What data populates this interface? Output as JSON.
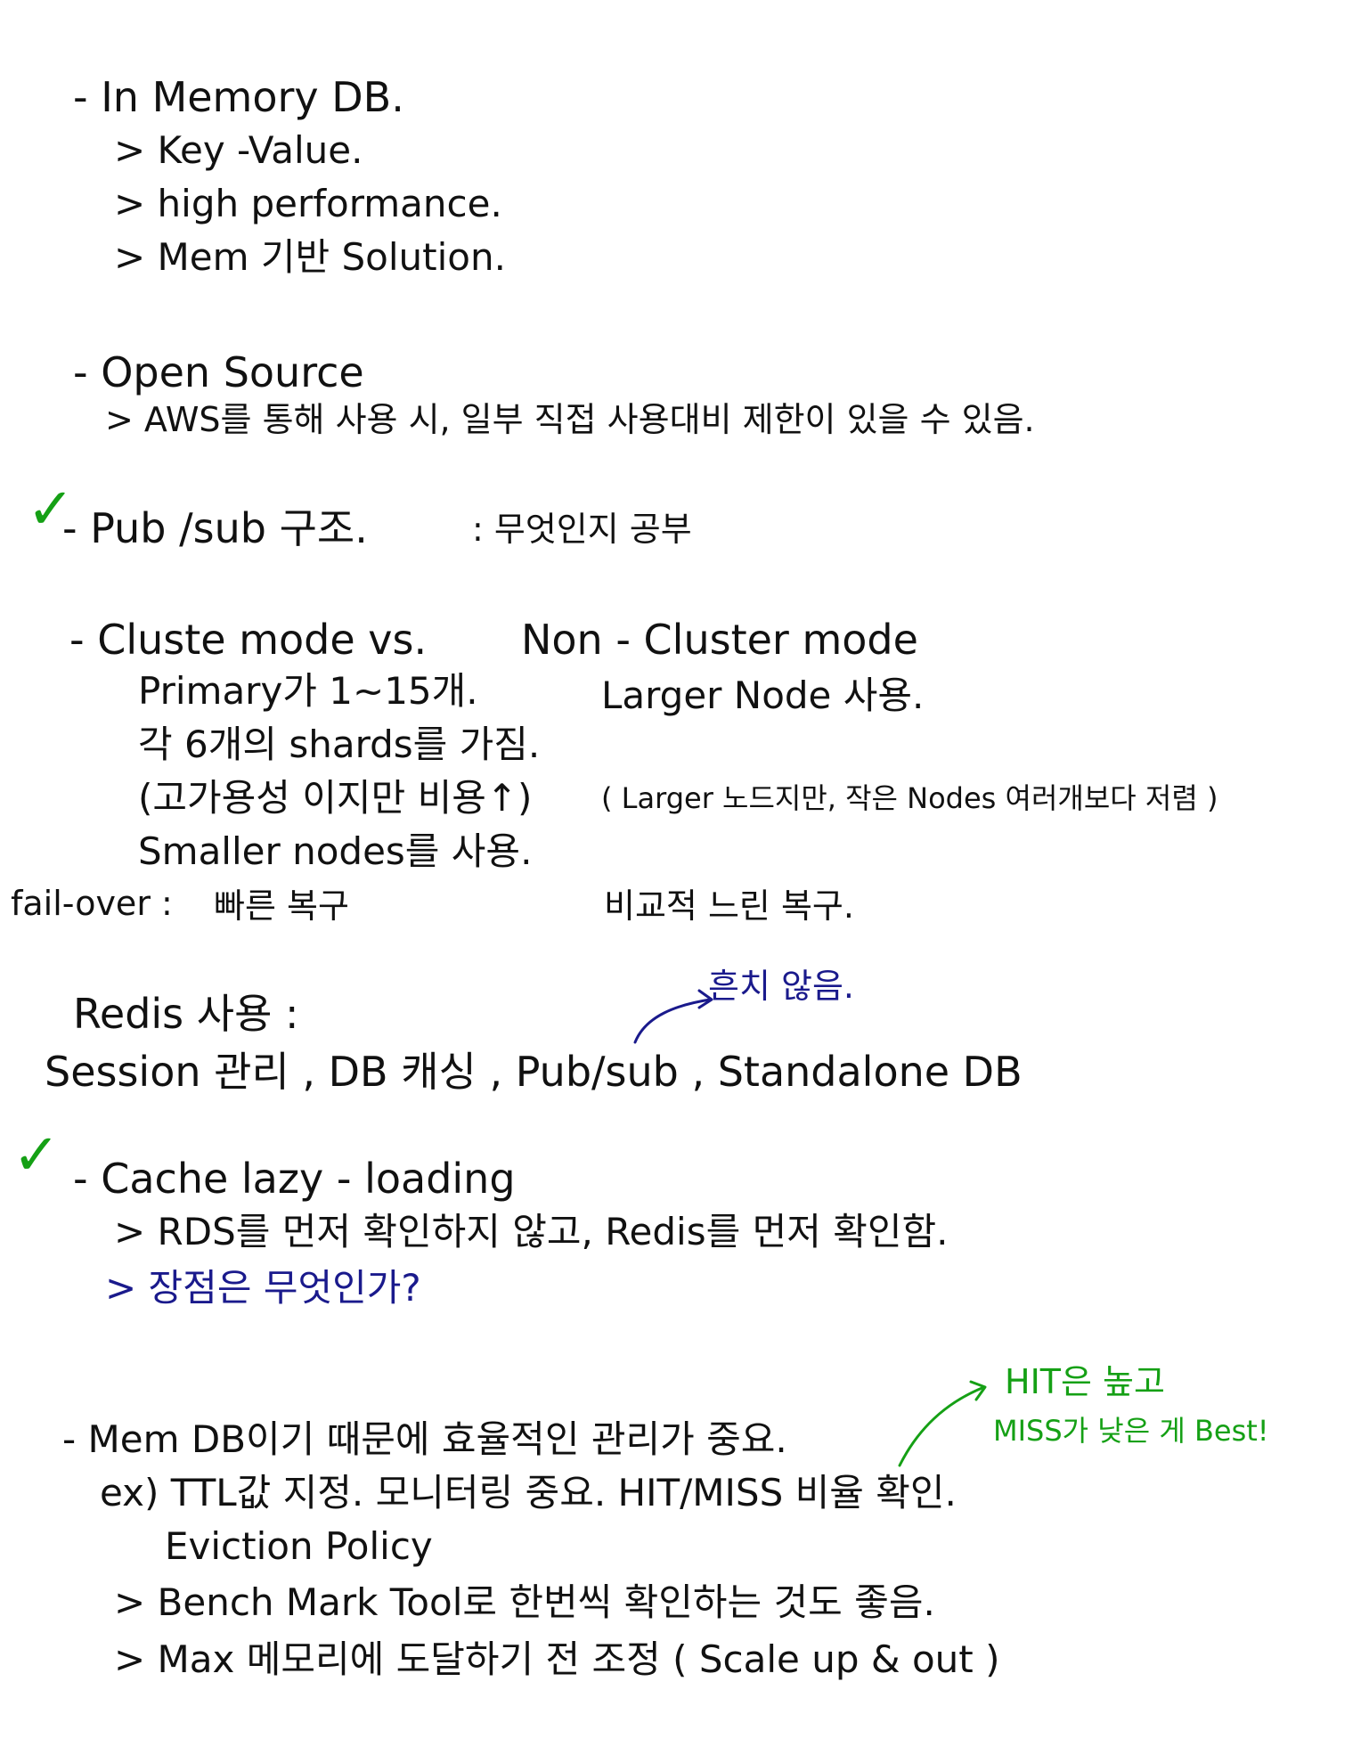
{
  "s1": {
    "head": "- In Memory DB.",
    "l1": "> Key -Value.",
    "l2": "> high performance.",
    "l3": "> Mem 기반 Solution."
  },
  "s2": {
    "head": "- Open Source",
    "l1": "> AWS를 통해 사용 시, 일부 직접 사용대비 제한이 있을 수 있음."
  },
  "s3": {
    "check": "✓",
    "head": "- Pub /sub 구조.",
    "note": ": 무엇인지 공부"
  },
  "s4": {
    "head_left": "- Cluste mode vs.",
    "head_right": "Non - Cluster mode",
    "left": [
      "Primary가 1~15개.",
      "각 6개의 shards를 가짐.",
      "(고가용성 이지만 비용↑)",
      "Smaller nodes를 사용."
    ],
    "right": [
      "Larger Node 사용.",
      "( Larger 노드지만, 작은 Nodes 여러개보다 저렴 )"
    ],
    "failover_label": "fail-over :",
    "failover_left": "빠른 복구",
    "failover_right": "비교적 느린 복구."
  },
  "s5": {
    "annotation": "흔치 않음.",
    "head": "Redis 사용 :",
    "uses": "Session 관리 , DB 캐싱 , Pub/sub , Standalone DB"
  },
  "s6": {
    "check": "✓",
    "head": "- Cache lazy - loading",
    "l1": "> RDS를 먼저 확인하지 않고, Redis를 먼저 확인함.",
    "l2": "> 장점은 무엇인가?"
  },
  "s7": {
    "annotation_l1": "HIT은 높고",
    "annotation_l2": "MISS가 낮은 게 Best!",
    "head": "- Mem DB이기 때문에 효율적인 관리가 중요.",
    "l1": "ex) TTL값 지정. 모니터링 중요. HIT/MISS 비율 확인.",
    "l2": "Eviction Policy",
    "l3": "> Bench Mark Tool로 한번씩 확인하는 것도 좋음.",
    "l4": "> Max 메모리에 도달하기 전 조정 ( Scale up & out )"
  },
  "colors": {
    "ink": "#111111",
    "blue_ink": "#1a1a8c",
    "green_ink": "#15a015"
  }
}
